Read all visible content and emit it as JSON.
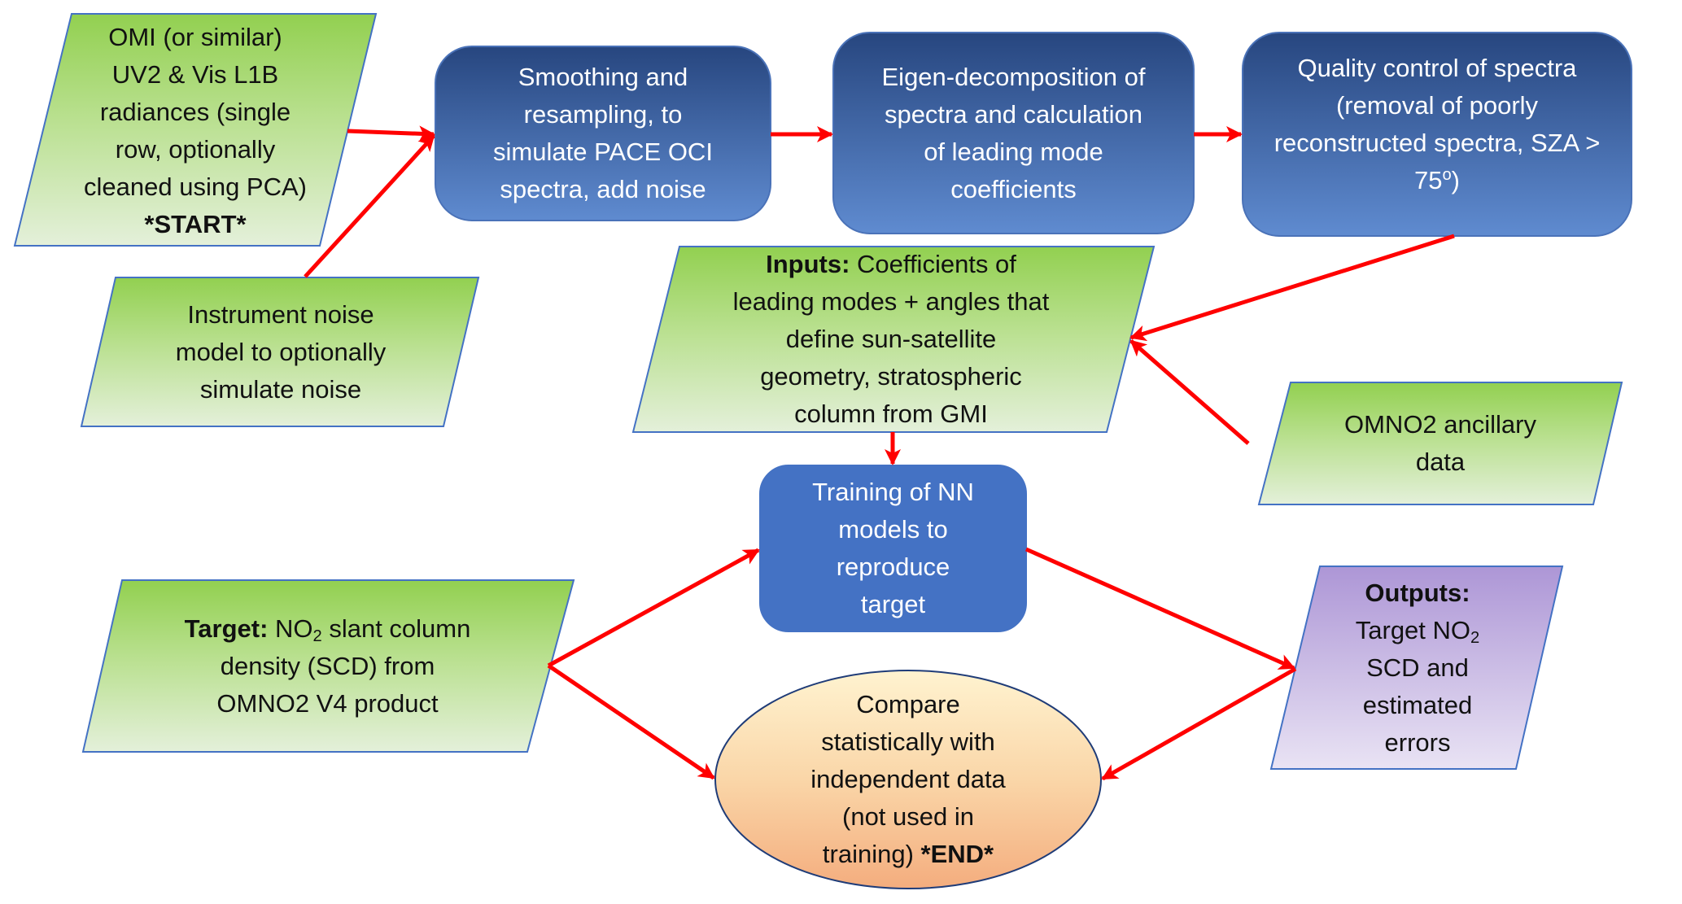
{
  "diagram": {
    "type": "flowchart",
    "colors": {
      "arrow": "#ff0000",
      "green_top": "#92d050",
      "green_bottom": "#e2efd9",
      "blue_dark_top": "#2a4a85",
      "blue_dark_bottom": "#5f8bd0",
      "blue_solid": "#4472c4",
      "purple_top": "#b19cd9",
      "purple_bottom": "#e8e2f3",
      "orange_top": "#fff2cc",
      "orange_bottom": "#f4b183",
      "outline_blue": "#4472c4",
      "outline_navy": "#1f3c78"
    },
    "nodes": {
      "omi_input": {
        "shape": "parallelogram",
        "lines": [
          "OMI (or similar)",
          "UV2 & Vis L1B",
          "radiances (single",
          "row, optionally",
          "cleaned using PCA)"
        ],
        "emphasis": "*START*"
      },
      "noise_model": {
        "shape": "parallelogram",
        "lines": [
          "Instrument noise",
          "model to optionally",
          "simulate noise"
        ]
      },
      "smoothing": {
        "shape": "rounded-rectangle",
        "lines": [
          "Smoothing and",
          "resampling, to",
          "simulate PACE OCI",
          "spectra, add noise"
        ]
      },
      "eigen": {
        "shape": "rounded-rectangle",
        "lines": [
          "Eigen-decomposition of",
          "spectra and calculation",
          "of leading mode",
          "coefficients"
        ]
      },
      "quality_control": {
        "shape": "rounded-rectangle",
        "lines": [
          "Quality control of spectra",
          "(removal of poorly",
          "reconstructed spectra, SZA >"
        ],
        "last_line_prefix": "75",
        "last_line_sup": "o",
        "last_line_suffix": ")"
      },
      "inputs": {
        "shape": "parallelogram",
        "bold_label": "Inputs:",
        "first_line_rest": " Coefficients of",
        "lines": [
          "leading modes + angles that",
          "define sun-satellite",
          "geometry, stratospheric",
          "column from GMI"
        ]
      },
      "omno2_ancillary": {
        "shape": "parallelogram",
        "lines": [
          "OMNO2 ancillary",
          "data"
        ]
      },
      "training": {
        "shape": "rounded-rectangle",
        "lines": [
          "Training of NN",
          "models to",
          "reproduce",
          "target"
        ]
      },
      "target": {
        "shape": "parallelogram",
        "bold_label": "Target:",
        "first_line_pre": " NO",
        "first_line_sub": "2",
        "first_line_post": " slant column",
        "lines": [
          "density (SCD) from",
          "OMNO2 V4 product"
        ]
      },
      "compare": {
        "shape": "ellipse",
        "lines": [
          "Compare",
          "statistically with",
          "independent data",
          "(not used in"
        ],
        "last_line_pre": "training) ",
        "emphasis": "*END*"
      },
      "outputs": {
        "shape": "parallelogram",
        "bold_label": "Outputs:",
        "line2_pre": "Target NO",
        "line2_sub": "2",
        "lines": [
          "SCD and",
          "estimated",
          "errors"
        ]
      }
    },
    "edges": [
      {
        "from": "omi_input",
        "to": "smoothing"
      },
      {
        "from": "noise_model",
        "to": "smoothing"
      },
      {
        "from": "smoothing",
        "to": "eigen"
      },
      {
        "from": "eigen",
        "to": "quality_control"
      },
      {
        "from": "quality_control",
        "to": "inputs"
      },
      {
        "from": "omno2_ancillary",
        "to": "inputs"
      },
      {
        "from": "inputs",
        "to": "training"
      },
      {
        "from": "target",
        "to": "training"
      },
      {
        "from": "target",
        "to": "compare"
      },
      {
        "from": "training",
        "to": "outputs"
      },
      {
        "from": "outputs",
        "to": "compare"
      }
    ]
  }
}
